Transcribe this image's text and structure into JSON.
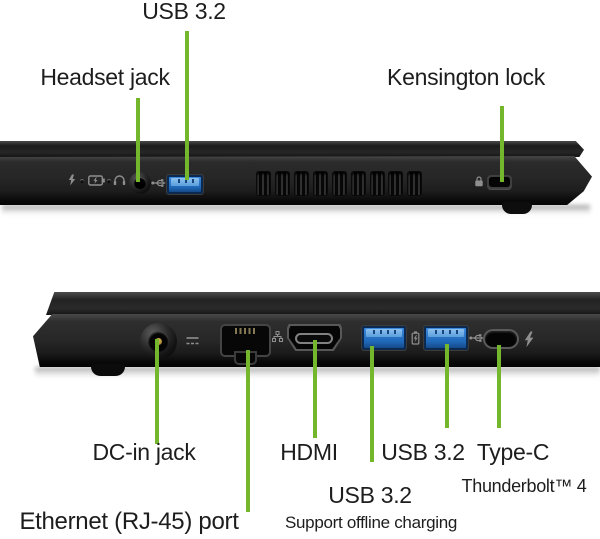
{
  "colors": {
    "accent_green": "#74b72d",
    "label_text": "#1d1d1d",
    "laptop_body": "#262626",
    "usb_blue": "#2f7ed4",
    "dc_pin_gold": "#c8a43c",
    "background": "#ffffff"
  },
  "top_view": {
    "labels": {
      "usb": "USB 3.2",
      "headset_jack": "Headset jack",
      "kensington_lock": "Kensington lock"
    },
    "ports": [
      "power-indicator",
      "battery-indicator",
      "headset-jack",
      "usb-a-3.2",
      "vent-grille",
      "kensington-lock-slot"
    ]
  },
  "bottom_view": {
    "labels": {
      "dc_in": "DC-in jack",
      "ethernet": "Ethernet (RJ-45) port",
      "hdmi": "HDMI",
      "usb_a_offline": "USB 3.2",
      "usb_a_offline_note": "Support offline charging",
      "usb_a": "USB 3.2",
      "type_c": "Type-C",
      "type_c_note": "Thunderbolt™ 4"
    },
    "ports": [
      "dc-in-jack",
      "ethernet-rj45",
      "hdmi",
      "usb-a-3.2",
      "usb-a-3.2",
      "usb-type-c-thunderbolt4"
    ]
  }
}
